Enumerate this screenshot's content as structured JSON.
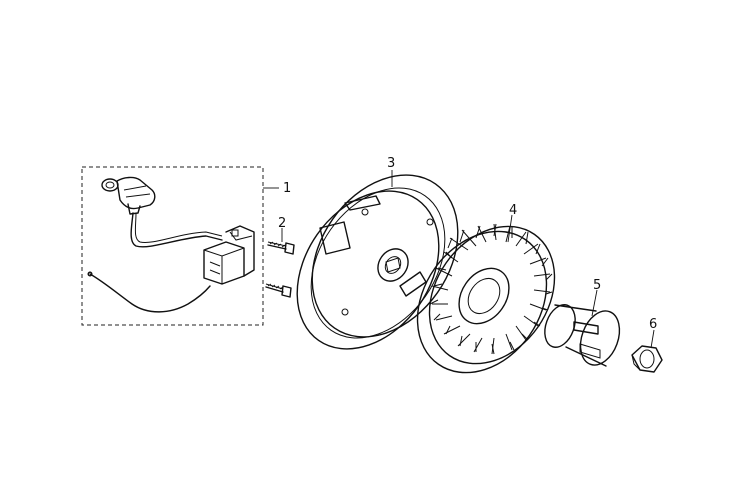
{
  "callouts": [
    {
      "id": "1",
      "text": "1"
    },
    {
      "id": "2",
      "text": "2"
    },
    {
      "id": "3",
      "text": "3"
    },
    {
      "id": "4",
      "text": "4"
    },
    {
      "id": "5",
      "text": "5"
    },
    {
      "id": "6",
      "text": "6"
    }
  ],
  "colors": {
    "line": "#111111",
    "background": "#ffffff"
  }
}
